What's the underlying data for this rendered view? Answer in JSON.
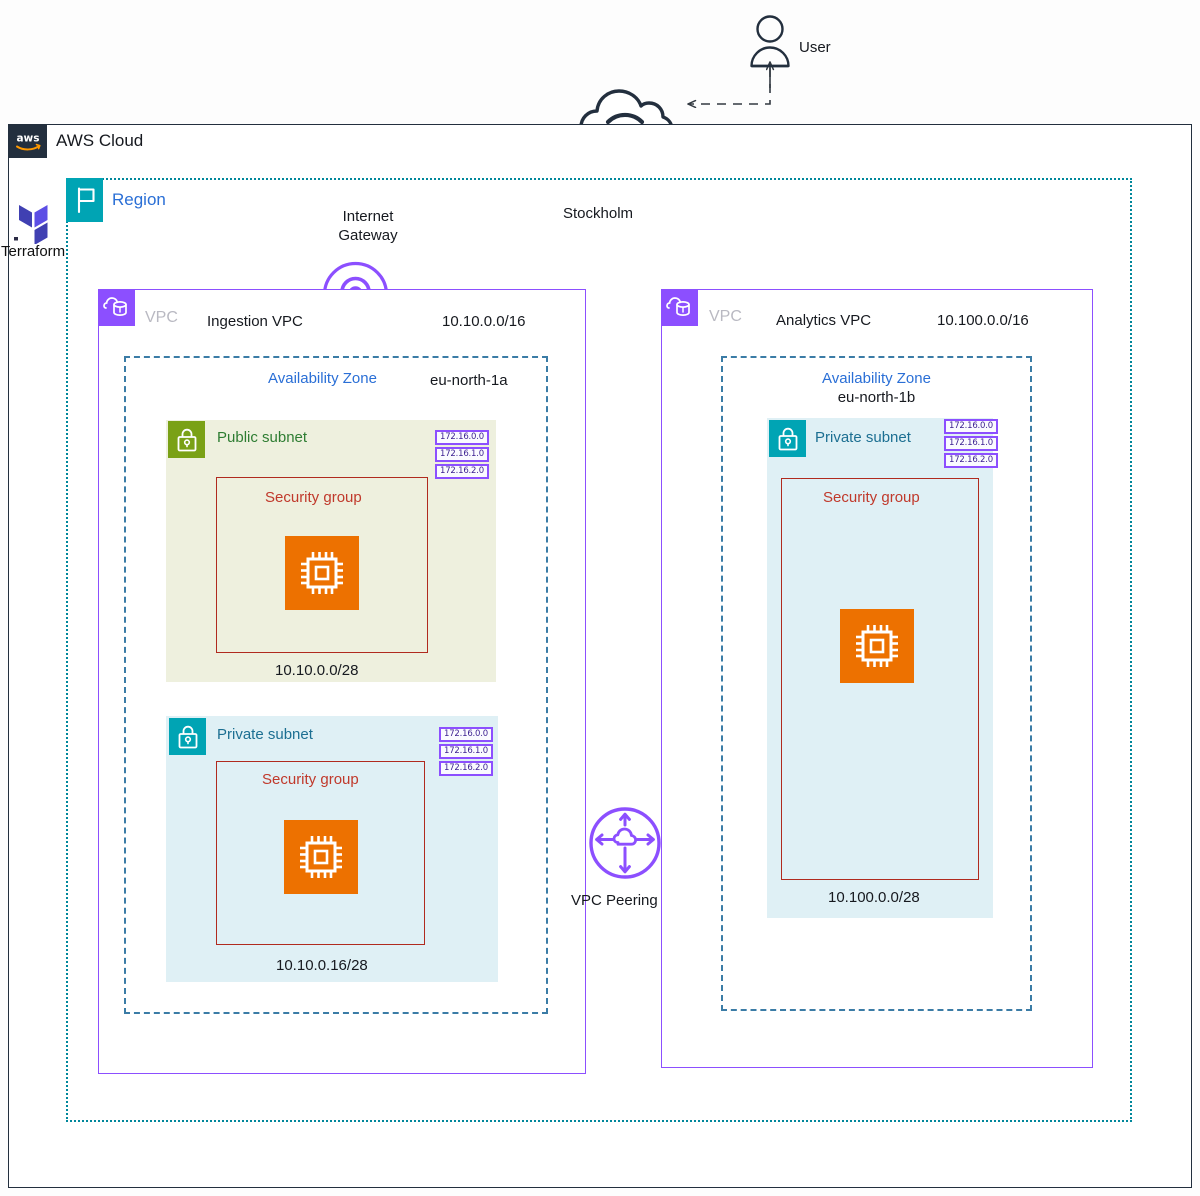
{
  "diagram": {
    "title": "AWS Cloud",
    "tool": {
      "name": "Terraform",
      "icon": "terraform-logo"
    }
  },
  "external": {
    "user": {
      "label": "User",
      "icon": "user-icon"
    },
    "internet": {
      "label": "",
      "icon": "internet-cloud-icon"
    }
  },
  "aws_cloud": {
    "label": "AWS Cloud",
    "icon": "aws-logo-icon",
    "region": {
      "label": "Region",
      "name": "Stockholm",
      "icon": "region-flag-icon"
    }
  },
  "internet_gateway": {
    "label": "Internet\nGateway",
    "label_line1": "Internet",
    "label_line2": "Gateway",
    "icon": "internet-gateway-icon"
  },
  "vpc_peering": {
    "label": "VPC Peering",
    "icon": "vpc-peering-icon"
  },
  "vpcs": [
    {
      "kind": "VPC",
      "name": "Ingestion VPC",
      "cidr": "10.10.0.0/16",
      "icon": "vpc-icon",
      "availability_zone": {
        "label": "Availability Zone",
        "name": "eu-north-1a"
      },
      "subnets": [
        {
          "type": "public",
          "title": "Public subnet",
          "icon": "lock-icon-green",
          "cidr": "10.10.0.0/28",
          "route_tables": [
            "172.16.0.0",
            "172.16.1.0",
            "172.16.2.0"
          ],
          "security_group": {
            "label": "Security group"
          },
          "instance": {
            "icon": "ec2-instance-icon"
          }
        },
        {
          "type": "private",
          "title": "Private subnet",
          "icon": "lock-icon-teal",
          "cidr": "10.10.0.16/28",
          "route_tables": [
            "172.16.0.0",
            "172.16.1.0",
            "172.16.2.0"
          ],
          "security_group": {
            "label": "Security group"
          },
          "instance": {
            "icon": "ec2-instance-icon"
          }
        }
      ]
    },
    {
      "kind": "VPC",
      "name": "Analytics VPC",
      "cidr": "10.100.0.0/16",
      "icon": "vpc-icon",
      "availability_zone": {
        "label": "Availability Zone",
        "name": "eu-north-1b"
      },
      "subnets": [
        {
          "type": "private",
          "title": "Private subnet",
          "icon": "lock-icon-teal",
          "cidr": "10.100.0.0/28",
          "route_tables": [
            "172.16.0.0",
            "172.16.1.0",
            "172.16.2.0"
          ],
          "security_group": {
            "label": "Security group"
          },
          "instance": {
            "icon": "ec2-instance-icon"
          }
        }
      ]
    }
  ],
  "colors": {
    "aws_dark": "#232f3e",
    "region_teal": "#00a4b4",
    "vpc_purple": "#8c4fff",
    "subnet_green": "#7aa116",
    "subnet_teal": "#00a4b4",
    "security_group_red": "#b02a1e",
    "instance_orange": "#ed7100",
    "link_text_blue": "#2a6fd6",
    "terraform_purple": "#5c4ee5"
  }
}
